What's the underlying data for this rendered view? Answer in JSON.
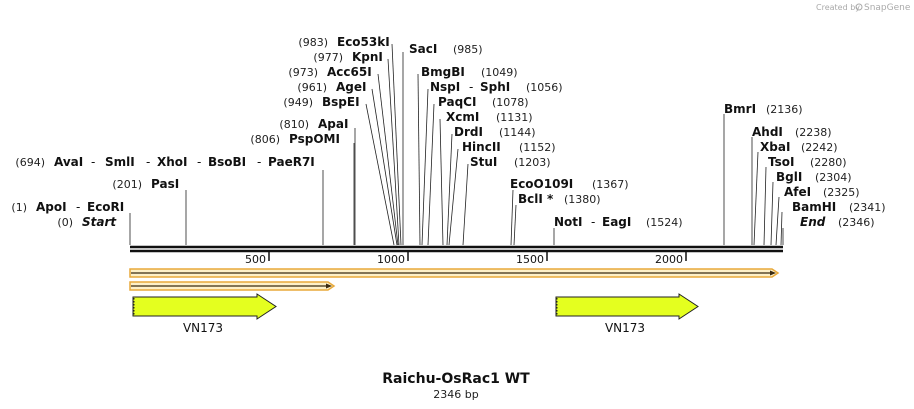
{
  "credit": {
    "prefix": "Created by",
    "brand": "SnapGene"
  },
  "title": "Raichu-OsRac1 WT",
  "length": "2346 bp",
  "ticks": [
    "500",
    "1000",
    "1500",
    "2000"
  ],
  "site_groups": [
    {
      "pos": "(983)",
      "names": [
        "Eco53kI"
      ]
    },
    {
      "pos": "(977)",
      "names": [
        "KpnI"
      ]
    },
    {
      "pos": "(973)",
      "names": [
        "Acc65I"
      ]
    },
    {
      "pos": "(961)",
      "names": [
        "AgeI"
      ]
    },
    {
      "pos": "(949)",
      "names": [
        "BspEI"
      ]
    },
    {
      "pos": "(810)",
      "names": [
        "ApaI"
      ]
    },
    {
      "pos": "(806)",
      "names": [
        "PspOMI"
      ]
    },
    {
      "pos": "(694)",
      "names": [
        "AvaI",
        "SmlI",
        "XhoI",
        "BsoBI",
        "PaeR7I"
      ]
    },
    {
      "pos": "(201)",
      "names": [
        "PasI"
      ]
    },
    {
      "pos": "(1)",
      "names": [
        "ApoI",
        "EcoRI"
      ]
    },
    {
      "pos": "(0)",
      "names": [
        "Start"
      ]
    },
    {
      "pos": "(985)",
      "names": [
        "SacI"
      ]
    },
    {
      "pos": "(1049)",
      "names": [
        "BmgBI"
      ]
    },
    {
      "pos": "(1056)",
      "names": [
        "NspI",
        "SphI"
      ]
    },
    {
      "pos": "(1078)",
      "names": [
        "PaqCI"
      ]
    },
    {
      "pos": "(1131)",
      "names": [
        "XcmI"
      ]
    },
    {
      "pos": "(1144)",
      "names": [
        "DrdI"
      ]
    },
    {
      "pos": "(1152)",
      "names": [
        "HincII"
      ]
    },
    {
      "pos": "(1203)",
      "names": [
        "StuI"
      ]
    },
    {
      "pos": "(1367)",
      "names": [
        "EcoO109I"
      ]
    },
    {
      "pos": "(1380)",
      "names": [
        "BclI *"
      ]
    },
    {
      "pos": "(1524)",
      "names": [
        "NotI",
        "EagI"
      ]
    },
    {
      "pos": "(2136)",
      "names": [
        "BmrI"
      ]
    },
    {
      "pos": "(2238)",
      "names": [
        "AhdI"
      ]
    },
    {
      "pos": "(2242)",
      "names": [
        "XbaI"
      ]
    },
    {
      "pos": "(2280)",
      "names": [
        "TsoI"
      ]
    },
    {
      "pos": "(2304)",
      "names": [
        "BglI"
      ]
    },
    {
      "pos": "(2325)",
      "names": [
        "AfeI"
      ]
    },
    {
      "pos": "(2341)",
      "names": [
        "BamHI"
      ]
    },
    {
      "pos": "(2346)",
      "names": [
        "End"
      ]
    }
  ],
  "features": [
    {
      "label": "VN173"
    },
    {
      "label": "VN173"
    }
  ],
  "colors": {
    "backbone": "#111111",
    "orf_outline": "#e8a93a",
    "orf_fill": "#fdf0c8",
    "feature_fill": "#e4ff1f",
    "feature_stroke": "#222222"
  }
}
